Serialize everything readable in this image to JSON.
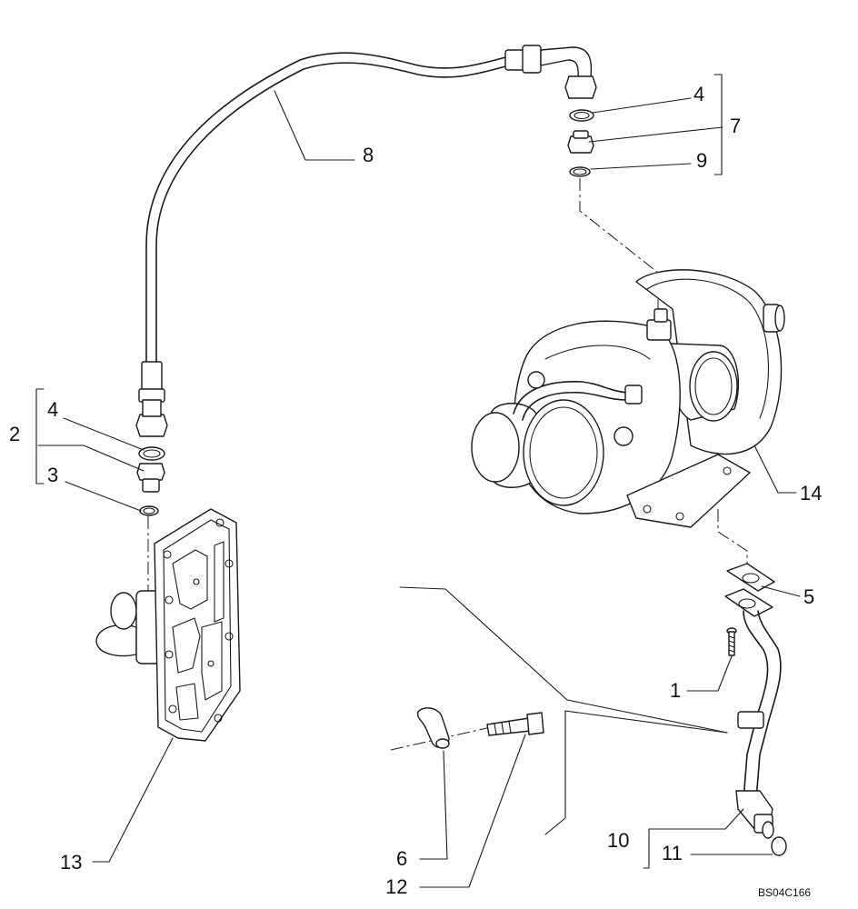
{
  "drawing": {
    "code": "BS04C166",
    "callouts": {
      "c1": "1",
      "c2": "2",
      "c3": "3",
      "c4_left": "4",
      "c4_right": "4",
      "c5": "5",
      "c6": "6",
      "c7": "7",
      "c8": "8",
      "c9": "9",
      "c10": "10",
      "c11": "11",
      "c12": "12",
      "c13": "13",
      "c14": "14"
    }
  }
}
